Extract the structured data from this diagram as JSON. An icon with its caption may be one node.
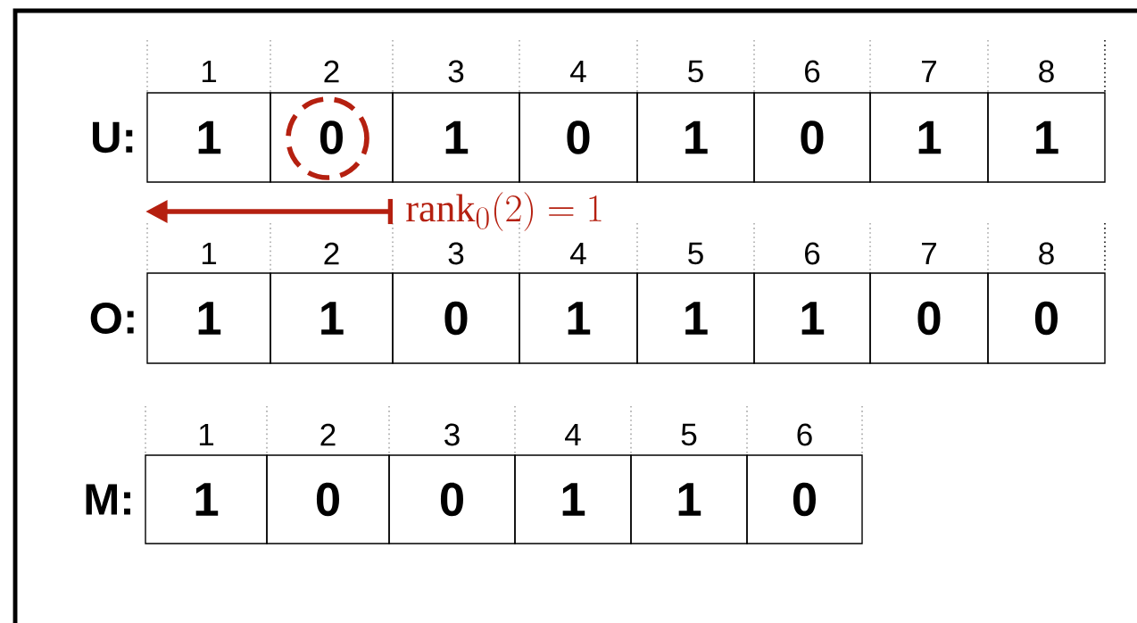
{
  "diagram": {
    "nodes": [
      {
        "text": [
          "1"
        ]
      },
      {
        "text": [
          "0"
        ]
      },
      {
        "text": [
          "1"
        ]
      },
      {
        "text": [
          "0"
        ]
      },
      {
        "text": [
          "1"
        ]
      },
      {
        "text": [
          "0"
        ]
      },
      {
        "text": [
          "1"
        ]
      },
      {
        "text": [
          "1"
        ]
      },
      {
        "text": [
          "1"
        ]
      },
      {
        "text": [
          "1"
        ]
      },
      {
        "text": [
          "0"
        ]
      },
      {
        "text": [
          "1"
        ]
      },
      {
        "text": [
          "1"
        ]
      },
      {
        "text": [
          "1"
        ]
      },
      {
        "text": [
          "0"
        ]
      },
      {
        "text": [
          "0"
        ]
      },
      {
        "text": [
          "1"
        ]
      },
      {
        "text": [
          "0"
        ]
      },
      {
        "text": [
          "0"
        ]
      },
      {
        "text": [
          "1"
        ]
      },
      {
        "text": [
          "1"
        ]
      },
      {
        "text": [
          "0"
        ]
      }
    ],
    "labels": [
      "1",
      "2",
      "3",
      "4",
      "5",
      "6",
      "7",
      "8",
      "U:",
      "rank_0(2) = 1",
      "1",
      "2",
      "3",
      "4",
      "5",
      "6",
      "7",
      "8",
      "O:",
      "1",
      "2",
      "3",
      "4",
      "5",
      "6",
      "M:"
    ]
  }
}
